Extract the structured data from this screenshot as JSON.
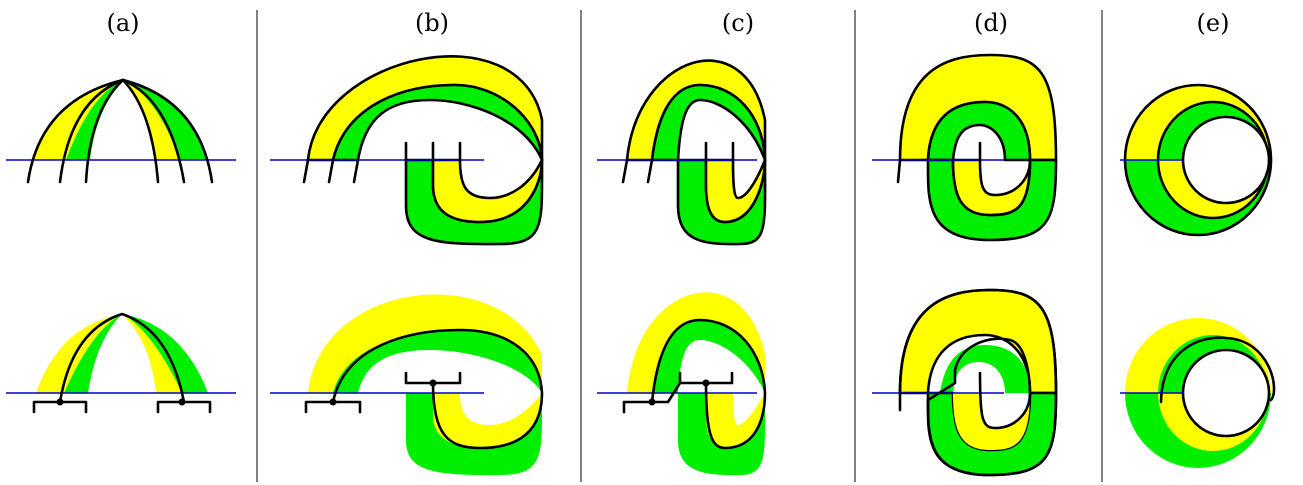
{
  "panels": [
    {
      "id": "a",
      "label": "(a)"
    },
    {
      "id": "b",
      "label": "(b)"
    },
    {
      "id": "c",
      "label": "(c)"
    },
    {
      "id": "d",
      "label": "(d)"
    },
    {
      "id": "e",
      "label": "(e)"
    }
  ],
  "colors": {
    "band_yellow": "#ffff00",
    "band_green": "#00ee00",
    "horizon_line": "#0000cc",
    "outline": "#000000"
  }
}
